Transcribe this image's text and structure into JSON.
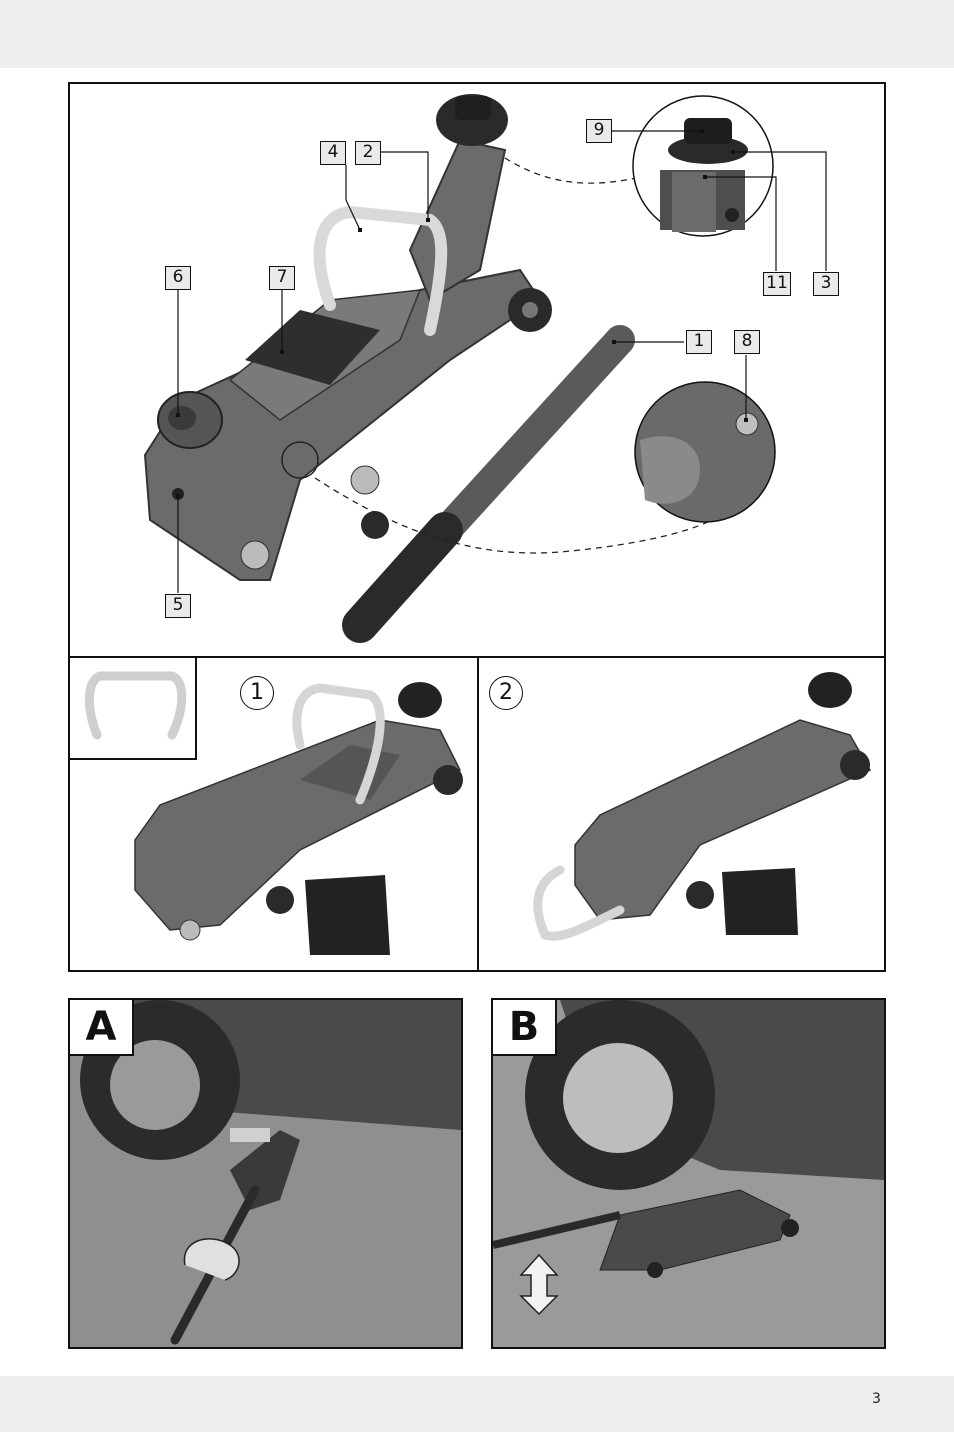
{
  "page": {
    "number": "3"
  },
  "main_figure": {
    "labels": {
      "l1": "1",
      "l2": "2",
      "l3": "3",
      "l4": "4",
      "l5": "5",
      "l6": "6",
      "l7": "7",
      "l8": "8",
      "l9": "9",
      "l11": "11"
    }
  },
  "steps": {
    "step1": "1",
    "step2": "2"
  },
  "panels": {
    "a": "A",
    "b": "B"
  },
  "colors": {
    "jack_body": "#6b6b6b",
    "jack_dark": "#3a3a3a",
    "handle_light": "#d9d9d9",
    "asphalt": "#8e8e8e",
    "car": "#4a4a4a"
  }
}
